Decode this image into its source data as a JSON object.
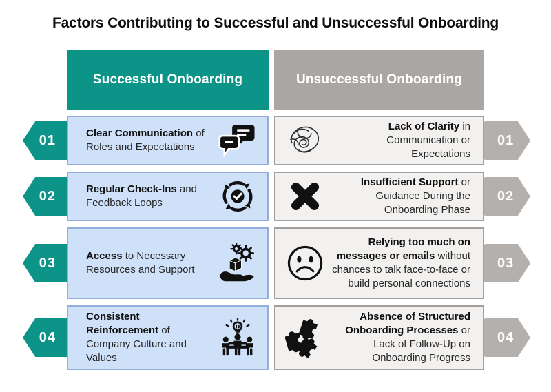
{
  "title": "Factors Contributing to Successful and Unsuccessful Onboarding",
  "columns": {
    "left": {
      "header": "Successful Onboarding"
    },
    "right": {
      "header": "Unsuccessful Onboarding"
    }
  },
  "colors": {
    "teal": "#0d9488",
    "header_gray": "#a9a6a4",
    "badge_gray": "#b3b0ae",
    "blue_card_fill": "#cfe1f9",
    "blue_card_border": "#93aedd",
    "gray_card_fill": "#f2f1ef",
    "gray_card_border": "#a29f9d",
    "icon_black": "#111111",
    "text": "#262626"
  },
  "rows": [
    {
      "number": "01",
      "left": {
        "bold": "Clear Communication",
        "rest": " of Roles and Expectations",
        "icon": "chat-bubbles-icon"
      },
      "right": {
        "bold": "Lack of Clarity",
        "rest": " in Communication or Expectations",
        "icon": "scribble-tangle-icon"
      }
    },
    {
      "number": "02",
      "left": {
        "bold": "Regular Check-Ins",
        "rest": " and Feedback Loops",
        "icon": "feedback-cycle-check-icon"
      },
      "right": {
        "bold": "Insufficient Support",
        "rest": " or Guidance During the Onboarding Phase",
        "icon": "x-mark-icon"
      }
    },
    {
      "number": "03",
      "left": {
        "bold": "Access",
        "rest": " to Necessary Resources and Support",
        "icon": "hand-box-gears-icon"
      },
      "right": {
        "bold": "Relying too much on messages or emails",
        "rest": " without chances to talk face-to-face or build personal connections",
        "icon": "sad-face-icon"
      }
    },
    {
      "number": "04",
      "left": {
        "bold": "Consistent Reinforcement",
        "rest": " of Company Culture and Values",
        "icon": "idea-team-icon"
      },
      "right": {
        "bold": "Absence of Structured Onboarding Processes",
        "rest": " or Lack of Follow-Up on Onboarding Progress",
        "icon": "puzzle-pieces-icon"
      }
    }
  ]
}
